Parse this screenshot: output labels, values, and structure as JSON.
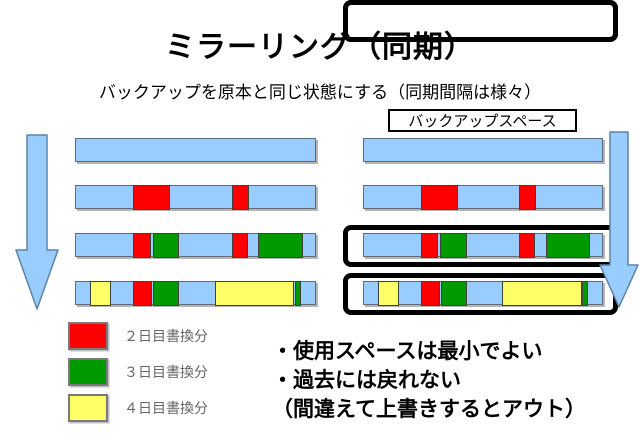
{
  "title": "ミラーリング（同期）",
  "subtitle": "バックアップを原本と同じ状態にする（同期間隔は様々）",
  "backup_space_label": "バックアップスペース",
  "colors": {
    "bar_blue": "#99CCFF",
    "red": "#FF0000",
    "green": "#009900",
    "yellow": "#FFFF66",
    "bar_border": "#5F6B7A",
    "segment_border": "#404040",
    "arrow_fill": "#99CCFF",
    "arrow_border": "#5E83A8",
    "legend_text": "#666666"
  },
  "bars": {
    "rows": [
      {
        "name": "day1",
        "segments": []
      },
      {
        "name": "day2",
        "segments": [
          {
            "color": "red",
            "left": 23.8,
            "width": 15.6
          },
          {
            "color": "red",
            "left": 65.2,
            "width": 7.0
          }
        ]
      },
      {
        "name": "day3",
        "segments": [
          {
            "color": "red",
            "left": 24.0,
            "width": 7.2
          },
          {
            "color": "green",
            "left": 32.1,
            "width": 11.0
          },
          {
            "color": "red",
            "left": 65.3,
            "width": 6.6
          },
          {
            "color": "green",
            "left": 76.3,
            "width": 18.8
          }
        ]
      },
      {
        "name": "day4",
        "segments": [
          {
            "color": "yellow",
            "left": 6.0,
            "width": 8.6
          },
          {
            "color": "red",
            "left": 24.0,
            "width": 7.9
          },
          {
            "color": "green",
            "left": 32.2,
            "width": 10.9
          },
          {
            "color": "yellow",
            "left": 58.1,
            "width": 33.3
          },
          {
            "color": "green",
            "left": 91.7,
            "width": 2.5
          }
        ]
      }
    ]
  },
  "legend": [
    {
      "color": "red",
      "label": "２日目書換分"
    },
    {
      "color": "green",
      "label": "３日目書換分"
    },
    {
      "color": "yellow",
      "label": "４日目書換分"
    }
  ],
  "notes": [
    "・使用スペースは最小でよい",
    "・過去には戻れない",
    "（間違えて上書きするとアウト）"
  ]
}
